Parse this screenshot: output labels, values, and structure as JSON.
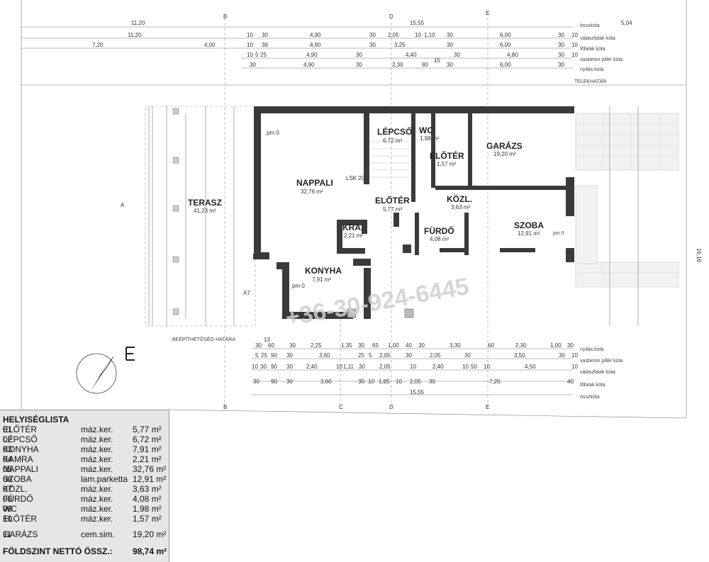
{
  "top_dims": {
    "axis_labels": [
      "B",
      "D",
      "E"
    ],
    "row1": {
      "values": [
        "11,20",
        "15,55",
        "5,04"
      ],
      "label": "összkóta"
    },
    "row2": {
      "values": [
        "11,20",
        "10",
        "30",
        "4,90",
        "30",
        "2,05",
        "10",
        "1,10",
        "30",
        "6,00",
        "30",
        "10"
      ],
      "label": "válaszfalak kóta"
    },
    "row3": {
      "values": [
        "7,20",
        "4,00",
        "10",
        "30",
        "4,90",
        "30",
        "3,25",
        "30",
        "6,00",
        "30",
        "10"
      ],
      "label": "főfalak kóta"
    },
    "row4": {
      "values": [
        "10",
        "5",
        "25",
        "4,90",
        "30",
        "4,40",
        "30",
        "4,80",
        "30",
        "10"
      ],
      "label": "vasbeton pillér kóta"
    },
    "row5": {
      "values": [
        "30",
        "4,90",
        "30",
        "2,30",
        "80",
        "15",
        "30",
        "6,00",
        "30"
      ],
      "label": "nyílás kóta"
    },
    "property_line": "TELEKHATÁR"
  },
  "rooms": [
    {
      "name": "LÉPCSŐ",
      "area": "6,72 m²"
    },
    {
      "name": "WC",
      "area": "1,98 m²"
    },
    {
      "name": "ELŐTÉR",
      "area": "1,57 m²"
    },
    {
      "name": "GARÁZS",
      "area": "19,20 m²"
    },
    {
      "name": "NAPPALI",
      "area": "32,76 m²"
    },
    {
      "name": "TERASZ",
      "area": "41,23 m²"
    },
    {
      "name": "ELŐTÉR",
      "area": "5,77 m²"
    },
    {
      "name": "KÖZL.",
      "area": "3,63 m²"
    },
    {
      "name": "KRA.",
      "area": "2,21 m²"
    },
    {
      "name": "FÜRDŐ",
      "area": "4,08 m²"
    },
    {
      "name": "SZOBA",
      "area": "12,91 m²"
    },
    {
      "name": "KONYHA",
      "area": "7,91 m²"
    }
  ],
  "plan_labels": {
    "side_total": "16,16",
    "dim_a": "A",
    "dim_a7": "A7",
    "build_limit": "BEÉPÍTHETŐSÉG HATÁRA",
    "nyilas": "nyílás kóta",
    "pm0": "pm 0",
    "lsk": "LSK 20",
    "watermark": "+36-30-924-6445"
  },
  "bottom_dims": {
    "row1": {
      "values": [
        "30",
        "13",
        "60",
        "30",
        "2,25",
        "1,35",
        "30",
        "65",
        "1,00",
        "40",
        "30",
        "3,30",
        "60",
        "2,30",
        "1,00",
        "30"
      ],
      "label": "nyílás kóta"
    },
    "row2": {
      "values": [
        "5",
        "25",
        "90",
        "30",
        "3,60",
        "25",
        "5",
        "2,05",
        "30",
        "2,05",
        "30",
        "3,50",
        "30",
        "10"
      ],
      "label": "vasbeton pillér kóta"
    },
    "row3": {
      "values": [
        "10",
        "30",
        "90",
        "30",
        "2,40",
        "10",
        "1,11",
        "30",
        "2,05",
        "10",
        "2,40",
        "10",
        "50",
        "10",
        "4,50",
        "10"
      ],
      "label": "válaszfalak kóta"
    },
    "row4": {
      "values": [
        "30",
        "90",
        "30",
        "3,60",
        "30",
        "10",
        "1,85",
        "10",
        "2,05",
        "30",
        "7,20",
        "40"
      ],
      "label": "főfalak kóta"
    },
    "row5": {
      "values": [
        "15,55"
      ],
      "label": "összkóta"
    },
    "axis_labels": [
      "B",
      "C",
      "D",
      "E"
    ]
  },
  "legend": {
    "title": "HELYISÉGLISTA",
    "rows": [
      {
        "no": "01",
        "name": "ELŐTÉR",
        "finish": "máz.ker.",
        "area": "5,77 m²"
      },
      {
        "no": "02",
        "name": "LÉPCSŐ",
        "finish": "máz.ker.",
        "area": "6,72 m²"
      },
      {
        "no": "03",
        "name": "KONYHA",
        "finish": "máz.ker.",
        "area": "7,91 m²"
      },
      {
        "no": "04",
        "name": "KAMRA",
        "finish": "máz.ker.",
        "area": "2,21 m²"
      },
      {
        "no": "05",
        "name": "NAPPALI",
        "finish": "máz.ker.",
        "area": "32,76 m²"
      },
      {
        "no": "06",
        "name": "SZOBA",
        "finish": "lam.parketta",
        "area": "12,91 m²"
      },
      {
        "no": "07",
        "name": "KÖZL.",
        "finish": "máz.ker.",
        "area": "3,63 m²"
      },
      {
        "no": "08",
        "name": "FÜRDŐ",
        "finish": "máz.ker.",
        "area": "4,08 m²"
      },
      {
        "no": "09",
        "name": "WC",
        "finish": "máz.ker.",
        "area": "1,98 m²"
      },
      {
        "no": "10",
        "name": "ELŐTÉR",
        "finish": "máz.ker.",
        "area": "1,57 m²"
      },
      {
        "no": "11",
        "name": "GARÁZS",
        "finish": "cem.sim.",
        "area": "19,20 m²"
      }
    ],
    "total_label": "FÖLDSZINT NETTÓ ÖSSZ.:",
    "total_value": "98,74 m²"
  },
  "colors": {
    "wall": "#3a3a3a",
    "legend_bg": "#e6e6e6"
  }
}
